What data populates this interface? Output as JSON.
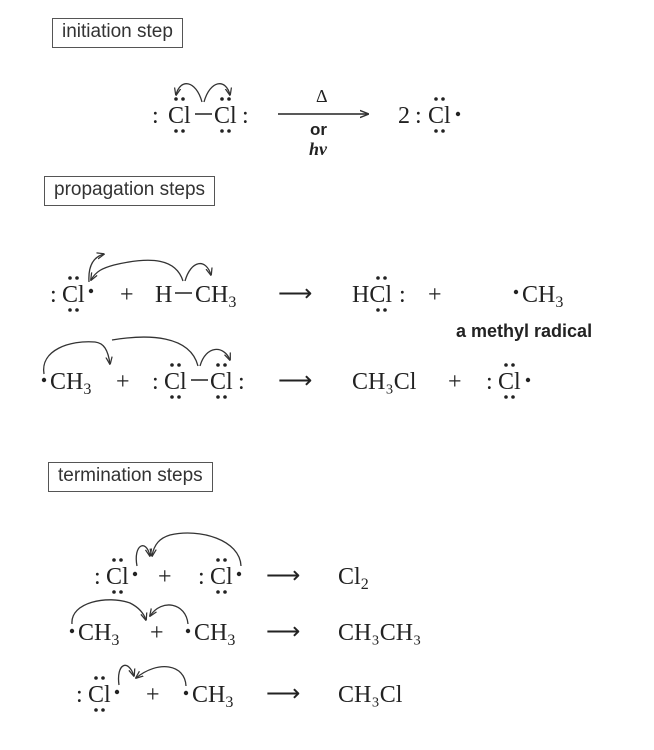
{
  "sections": {
    "initiation": "initiation step",
    "propagation": "propagation steps",
    "termination": "termination steps"
  },
  "conditions": {
    "heat": "Δ",
    "or": "or",
    "light": "hν"
  },
  "species": {
    "cl": "Cl",
    "h": "H",
    "ch": "CH",
    "three": "3",
    "two": "2",
    "plus": "+",
    "arrow": "⟶",
    "hcl": "HCl",
    "ch3cl": "CH₃Cl",
    "ch3ch3": "CH₃CH₃",
    "methyl_radical": "a methyl radical"
  }
}
